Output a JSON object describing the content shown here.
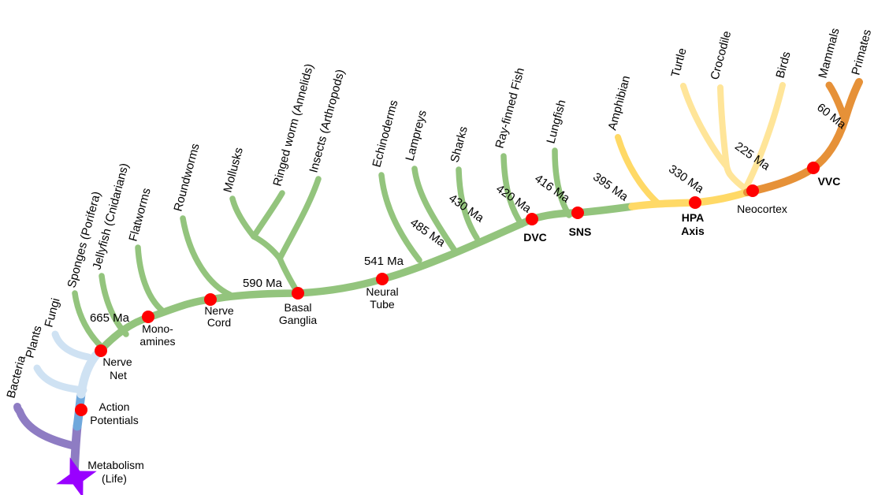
{
  "colors": {
    "purple": "#8E7CC3",
    "star_purple": "#9900FF",
    "blue": "#6FA8DC",
    "light_blue": "#CFE2F3",
    "green": "#93C47D",
    "yellow": "#FFD966",
    "pale_yellow": "#FFE599",
    "orange": "#E69138",
    "node_red": "#FF0000"
  },
  "taxa": {
    "bacteria": "Bacteria",
    "plants": "Plants",
    "fungi": "Fungi",
    "sponges": "Sponges (Porifera)",
    "jellyfish": "Jellyfish (Cnidarians)",
    "flatworms": "Flatworms",
    "roundworms": "Roundworms",
    "mollusks": "Mollusks",
    "ringed_worm": "Ringed worm (Annelids)",
    "insects": "Insects (Arthropods)",
    "echinoderms": "Echinoderms",
    "lampreys": "Lampreys",
    "sharks": "Sharks",
    "ray_finned_fish": "Ray-finned Fish",
    "lungfish": "Lungfish",
    "amphibian": "Amphibian",
    "turtle": "Turtle",
    "crocodile": "Crocodile",
    "birds": "Birds",
    "mammals": "Mammals",
    "primates": "Primates"
  },
  "milestones": {
    "metabolism": {
      "line1": "Metabolism",
      "line2": "(Life)"
    },
    "action_potentials": {
      "line1": "Action",
      "line2": "Potentials"
    },
    "nerve_net": {
      "line1": "Nerve",
      "line2": "Net"
    },
    "monoamines": {
      "line1": "Mono-",
      "line2": "amines"
    },
    "nerve_cord": {
      "line1": "Nerve",
      "line2": "Cord"
    },
    "basal_ganglia": {
      "line1": "Basal",
      "line2": "Ganglia"
    },
    "neural_tube": {
      "line1": "Neural",
      "line2": "Tube"
    },
    "dvc": {
      "label": "DVC"
    },
    "sns": {
      "label": "SNS"
    },
    "hpa_axis": {
      "line1": "HPA",
      "line2": "Axis"
    },
    "neocortex": {
      "label": "Neocortex"
    },
    "vvc": {
      "label": "VVC"
    }
  },
  "dates": {
    "d665": "665 Ma",
    "d590": "590 Ma",
    "d541": "541 Ma",
    "d485": "485 Ma",
    "d430": "430 Ma",
    "d420": "420 Ma",
    "d416": "416 Ma",
    "d395": "395 Ma",
    "d330": "330 Ma",
    "d225": "225 Ma",
    "d60": "60 Ma"
  }
}
